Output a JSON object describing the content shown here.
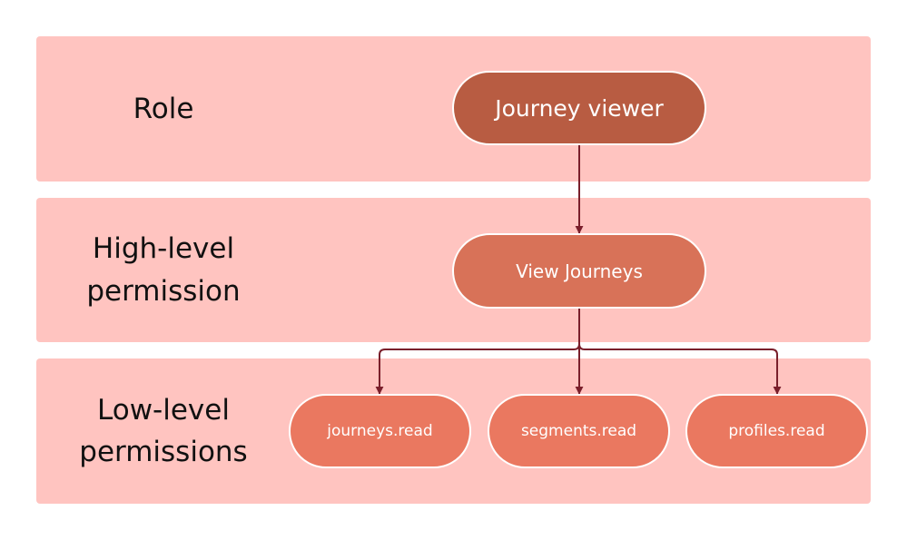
{
  "rows": {
    "role": {
      "label": "Role"
    },
    "high_level": {
      "label_line1": "High-level",
      "label_line2": "permission"
    },
    "low_level": {
      "label_line1": "Low-level",
      "label_line2": "permissions"
    }
  },
  "nodes": {
    "role": {
      "label": "Journey viewer"
    },
    "high_level": {
      "label": "View Journeys"
    },
    "low_level": [
      {
        "label": "journeys.read"
      },
      {
        "label": "segments.read"
      },
      {
        "label": "profiles.read"
      }
    ]
  },
  "colors": {
    "band": "#ffc4c0",
    "role_node": "#b85c42",
    "high_level_node": "#d87258",
    "low_level_node": "#ea7860",
    "connector": "#7a1f2b",
    "node_border": "#ffffff"
  }
}
